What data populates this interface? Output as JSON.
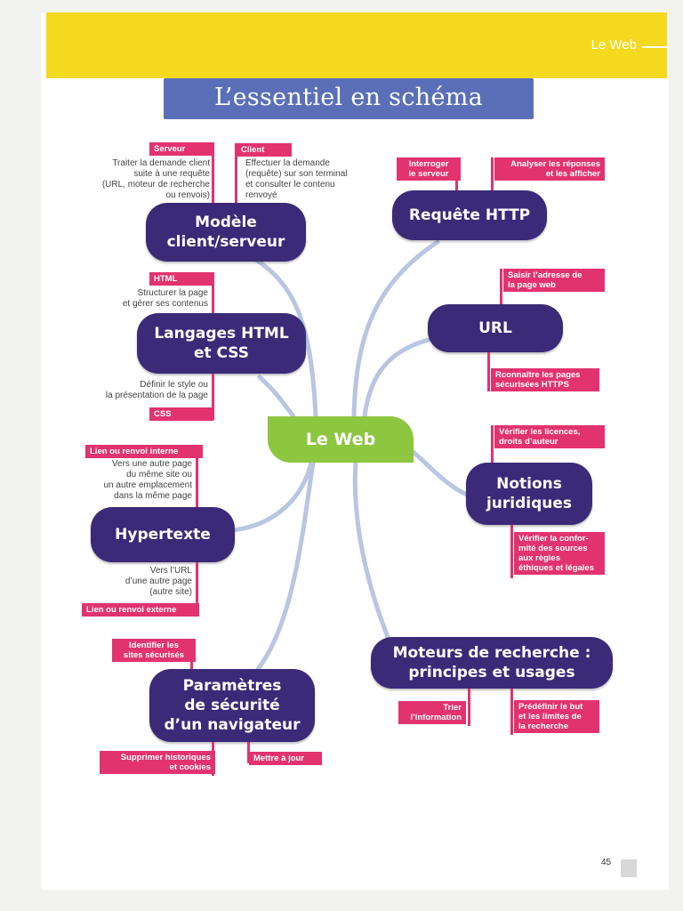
{
  "header": {
    "chapter": "Le Web",
    "title": "L’essentiel en schéma"
  },
  "center": "Le Web",
  "nodes": {
    "client_serveur": "Modèle\nclient/serveur",
    "html_css": "Langages HTML\net CSS",
    "hypertexte": "Hypertexte",
    "securite": "Paramètres\nde sécurité\nd’un navigateur",
    "requete": "Requête HTTP",
    "url": "URL",
    "juridique": "Notions\njuridiques",
    "moteurs": "Moteurs de recherche :\nprincipes et usages"
  },
  "tags": {
    "serveur": "Serveur",
    "client": "Client",
    "html": "HTML",
    "css": "CSS",
    "lien_interne": "Lien ou renvoi interne",
    "lien_externe": "Lien ou renvoi externe",
    "identifier": "Identifier les\nsites sécurisés",
    "supprimer": "Supprimer historiques\net cookies",
    "mettre_a_jour": "Mettre à jour",
    "interroger": "Interroger\nle serveur",
    "analyser": "Analyser les réponses\net les afficher",
    "saisir": "Saisir l’adresse de\nla page web",
    "reconnaitre": "Rconnaître les pages\nsécurisées HTTPS",
    "licences": "Vérifier les licences,\ndroits d’auteur",
    "conformite": "Vérifier la confor-\nmité des sources\naux règles\néthiques et légales",
    "trier": "Trier\nl’information",
    "predefinir": "Prédéfinir le but\net les limites de\nla recherche"
  },
  "notes": {
    "serveur": "Traiter la demande client\nsuite à une requête\n(URL, moteur de recherche\nou renvois)",
    "client": "Effectuer la demande\n(requête) sur son terminal\net consulter le contenu\nrenvoyé",
    "html": "Structurer la page\net gérer ses contenus",
    "css": "Définir le style ou\nla  présentation de la page",
    "interne": "Vers une autre page\ndu même site ou\nun autre emplacement\ndans la même page",
    "externe": "Vers l’URL\nd’une autre page\n(autre site)"
  },
  "page_number": "45",
  "colors": {
    "header": "#f5d91e",
    "title_bg": "#5b6fb8",
    "node": "#3b2a78",
    "center": "#8dc63f",
    "tag": "#e2336e",
    "link": "#b8c6e2"
  }
}
